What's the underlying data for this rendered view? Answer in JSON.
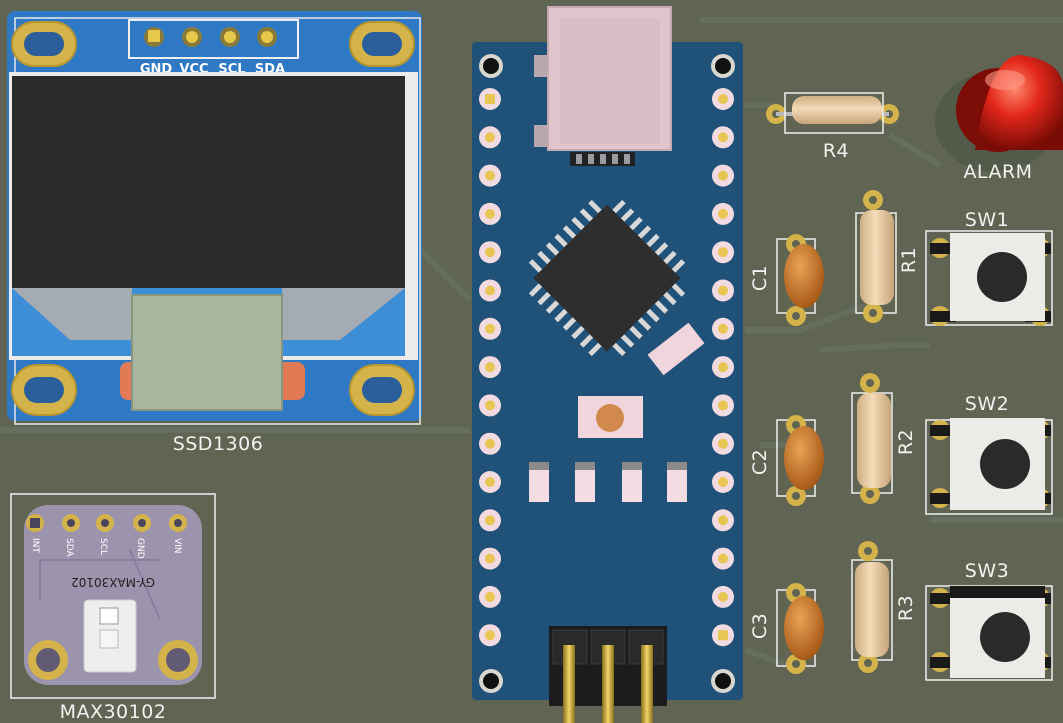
{
  "labels": {
    "oled_name": "SSD1306",
    "oled_pins": [
      "GND",
      "VCC",
      "SCL",
      "SDA"
    ],
    "sensor_name": "MAX30102",
    "sensor_board": "GY-MAX30102",
    "sensor_pins": [
      "INT",
      "SDA",
      "SCL",
      "GND",
      "VIN"
    ],
    "r4": "R4",
    "led": "ALARM",
    "sw1": "SW1",
    "sw2": "SW2",
    "sw3": "SW3",
    "c1": "C1",
    "c2": "C2",
    "c3": "C3",
    "r1": "R1",
    "r2": "R2",
    "r3": "R3"
  },
  "colors": {
    "pcb": "#5f6453",
    "nano": "#1f5179",
    "oled_blue": "#2f78c4",
    "screen": "#2b2b2b",
    "purple_board": "#9c94ad",
    "led_red": "#d91e12",
    "capacitor": "#c8721e",
    "resistor": "#e8c9a0",
    "gold": "#d4b44a"
  }
}
